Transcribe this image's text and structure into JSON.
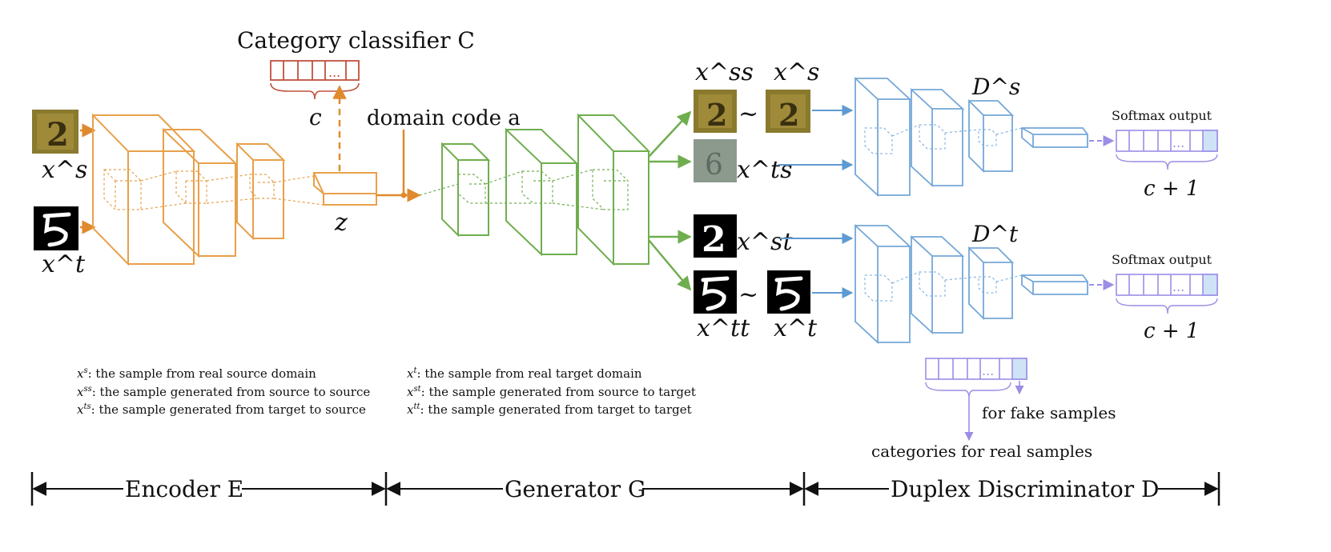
{
  "colors": {
    "encoder": "#E8A04A",
    "encoder_dark": "#D9842A",
    "classifier": "#C0503C",
    "generator": "#6FAE4E",
    "discriminator": "#74A7D8",
    "softmax": "#9C8EE6",
    "softmax_fill": "#CFE3F7",
    "text": "#111111"
  },
  "inputs": {
    "xs_label": "x^s",
    "xt_label": "x^t"
  },
  "classifier": {
    "title": "Category classifier C",
    "dots": "...",
    "brace_label": "c"
  },
  "encoder_code_label": "z",
  "domain_code_label": "domain code a",
  "generated": {
    "xss_label": "x^ss",
    "xs_real_label": "x^s",
    "xts_label": "x^ts",
    "xst_label": "x^st",
    "xtt_label": "x^tt",
    "xt_real_label": "x^t",
    "tilde": "~"
  },
  "discriminators": {
    "ds_label": "D^s",
    "dt_label": "D^t",
    "softmax_title": "Softmax output",
    "softmax_dots": "...",
    "brace_label": "c + 1"
  },
  "legend": {
    "left": [
      {
        "sym": "x",
        "sup": "s",
        "text": ": the sample from real source domain"
      },
      {
        "sym": "x",
        "sup": "ss",
        "text": ": the sample generated from source to source"
      },
      {
        "sym": "x",
        "sup": "ts",
        "text": ": the sample generated from target to source"
      }
    ],
    "right": [
      {
        "sym": "x",
        "sup": "t",
        "text": ": the sample from real target domain"
      },
      {
        "sym": "x",
        "sup": "st",
        "text": ": the sample generated from source to target"
      },
      {
        "sym": "x",
        "sup": "tt",
        "text": ": the sample generated from target to target"
      }
    ]
  },
  "output_key": {
    "dots": "...",
    "fake_label": "for fake samples",
    "real_label": "categories for real samples"
  },
  "sections": {
    "encoder": "Encoder E",
    "generator": "Generator G",
    "discriminator": "Duplex Discriminator D"
  }
}
